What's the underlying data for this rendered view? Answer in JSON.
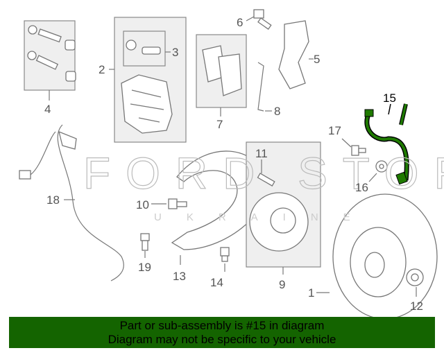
{
  "diagram": {
    "callouts": {
      "c1": "1",
      "c2": "2",
      "c3": "3",
      "c4": "4",
      "c5": "5",
      "c6": "6",
      "c7": "7",
      "c8": "8",
      "c9": "9",
      "c10": "10",
      "c11": "11",
      "c12": "12",
      "c13": "13",
      "c14": "14",
      "c15": "15",
      "c16": "16",
      "c17": "17",
      "c18": "18",
      "c19": "19"
    },
    "highlighted_part": "15",
    "highlight_color": "#1f7a00",
    "watermark": {
      "main": "FORD STORE",
      "sub": "UKRAINE"
    }
  },
  "banner": {
    "line1": "Part or sub-assembly is #15 in diagram",
    "line2": "Diagram may not be specific to your vehicle",
    "color": "#146400"
  }
}
